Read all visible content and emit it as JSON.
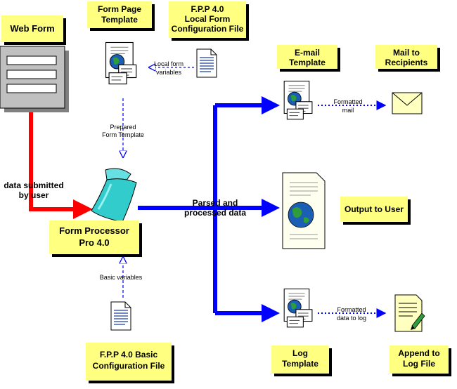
{
  "colors": {
    "note_yellow": "#FFFF80",
    "note_shadow": "#000000",
    "flow_blue": "#0000FF",
    "input_red": "#FF0000",
    "processor_cyan": "#33CCCC"
  },
  "boxes": {
    "web_form": "Web Form",
    "form_page_template": [
      "Form Page",
      "Template"
    ],
    "fpp_local_config": [
      "F.P.P 4.0",
      "Local Form",
      "Configuration File"
    ],
    "email_template": [
      "E-mail",
      "Template"
    ],
    "mail_to_recipients": [
      "Mail to",
      "Recipients"
    ],
    "output_to_user": "Output to User",
    "form_processor": [
      "Form Processor",
      "Pro 4.0"
    ],
    "fpp_basic_config": [
      "F.P.P 4.0 Basic",
      "Configuration File"
    ],
    "log_template": [
      "Log",
      "Template"
    ],
    "append_to_log": [
      "Append to",
      "Log File"
    ]
  },
  "labels": {
    "local_form_variables": [
      "Local form",
      "variables"
    ],
    "prepared_form_template": [
      "Prepared",
      "Form Template"
    ],
    "data_submitted": [
      "data submitted",
      "by user"
    ],
    "parsed_processed": [
      "Parsed and",
      "processed data"
    ],
    "basic_variables": "Basic variables",
    "formatted_mail": [
      "Formatted",
      "mail"
    ],
    "formatted_data_to_log": [
      "Formatted",
      "data to log"
    ]
  },
  "icons": {
    "web_form": "web-form-icon",
    "template": "template-document-icon",
    "config_file": "config-file-icon",
    "processor": "funnel-processor-icon",
    "envelope": "envelope-icon",
    "log_file": "log-file-icon",
    "output_page": "globe-page-icon"
  }
}
